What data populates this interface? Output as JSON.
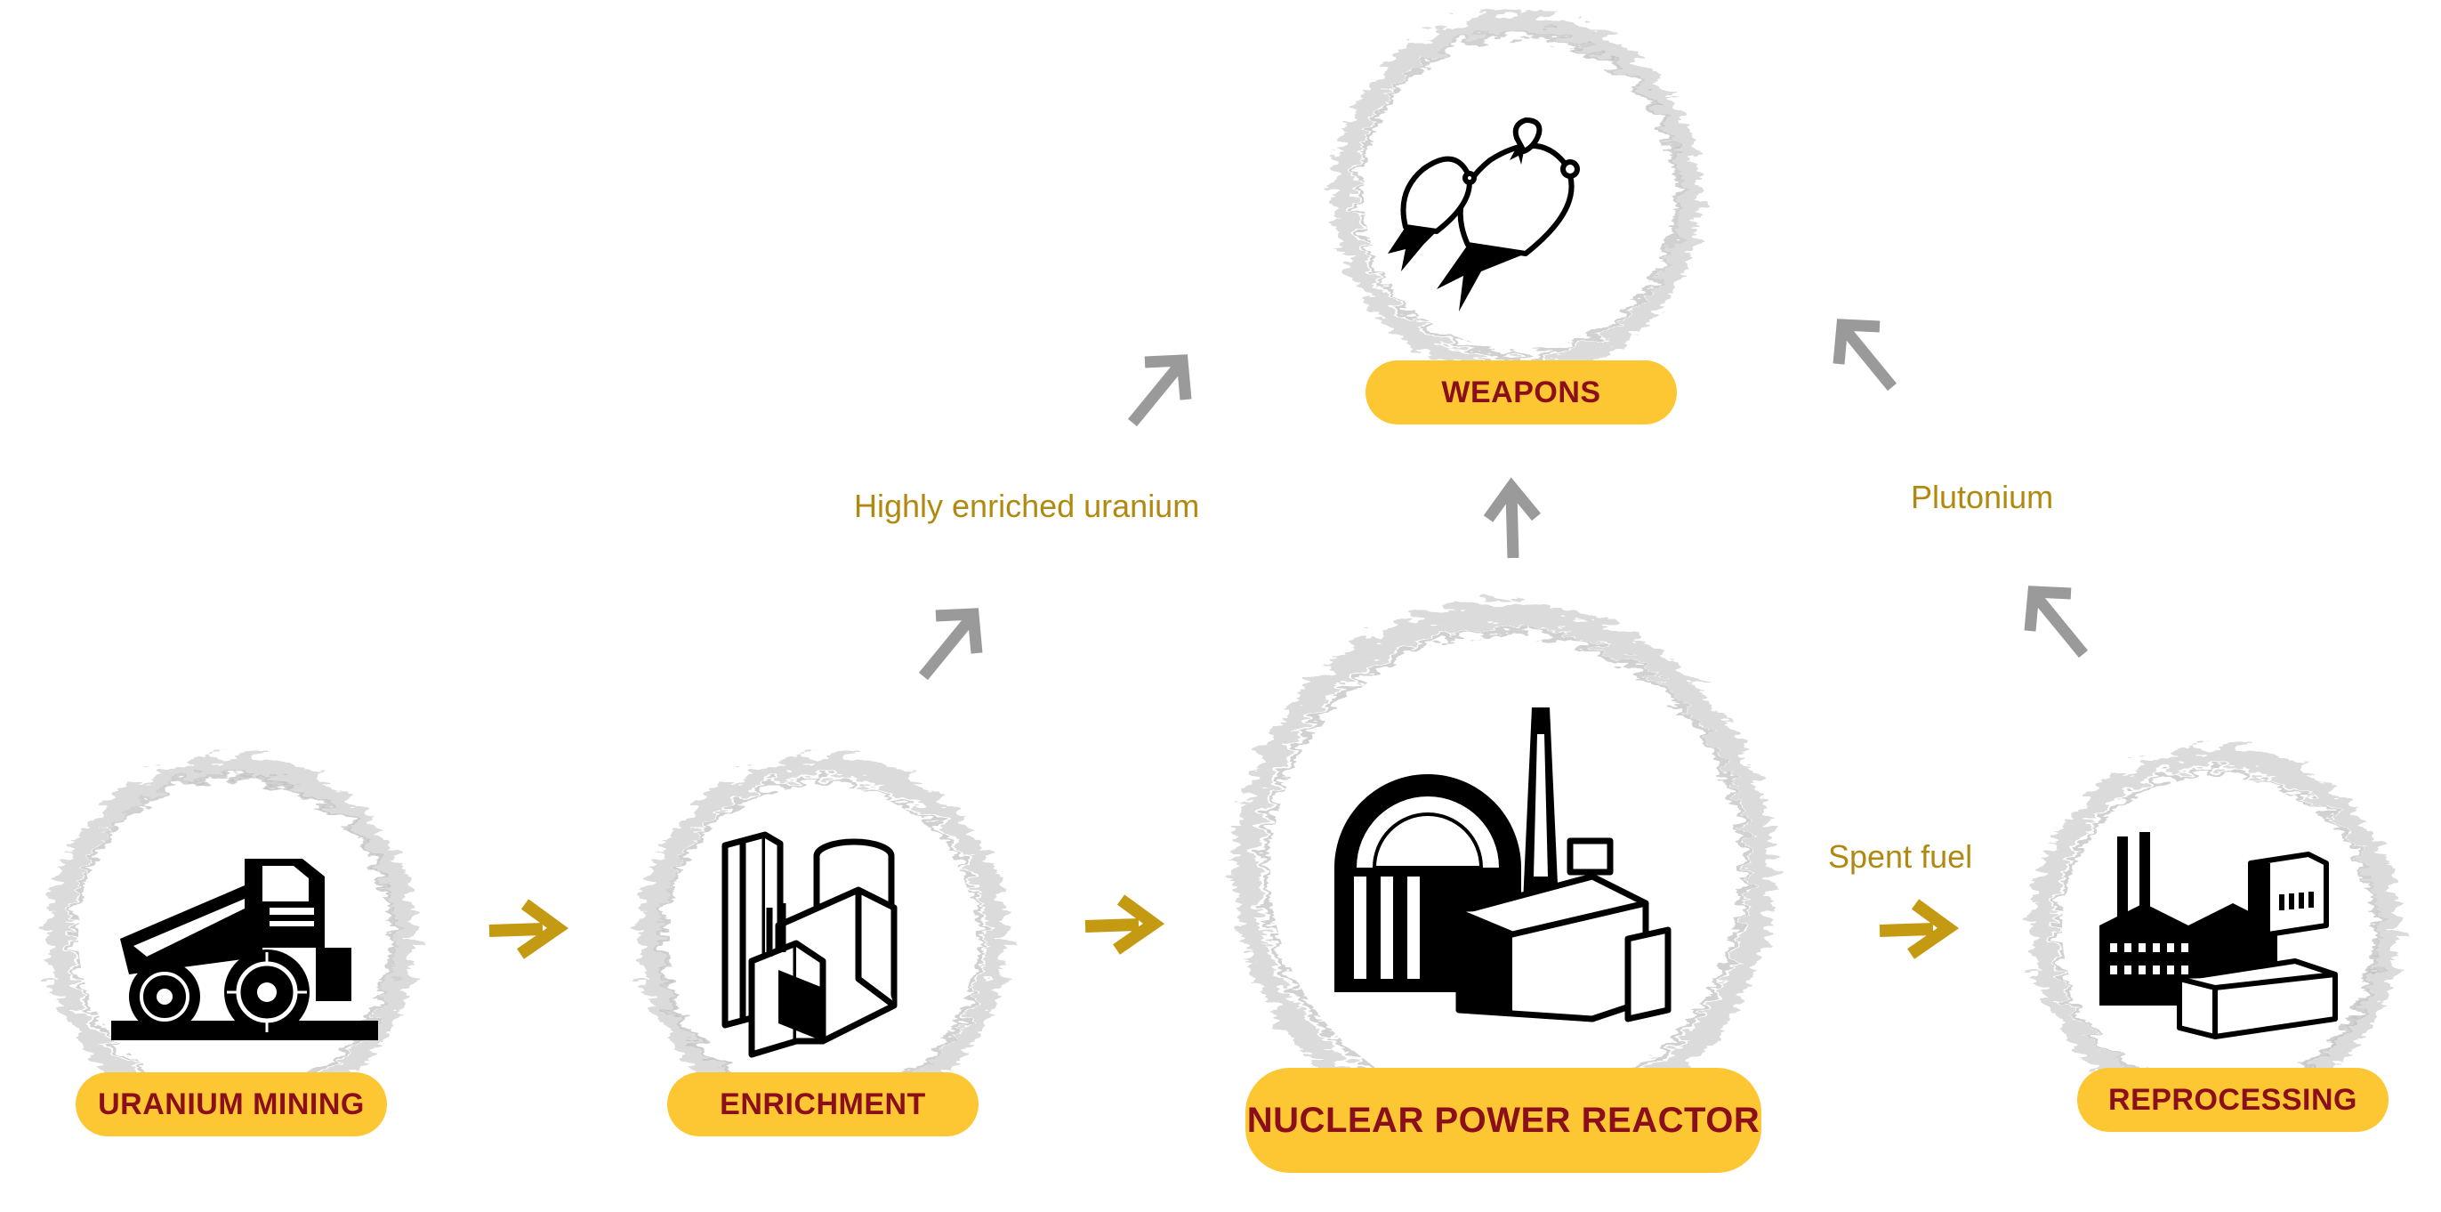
{
  "nodes": {
    "mining": {
      "label": "URANIUM MINING",
      "icon": "mining-truck-icon"
    },
    "enrichment": {
      "label": "ENRICHMENT",
      "icon": "enrichment-plant-icon"
    },
    "reactor": {
      "label": "NUCLEAR POWER REACTOR",
      "icon": "nuclear-reactor-icon"
    },
    "reprocessing": {
      "label": "REPROCESSING",
      "icon": "reprocessing-factory-icon"
    },
    "weapons": {
      "label": "WEAPONS",
      "icon": "bombs-icon"
    }
  },
  "flows": {
    "heu": "Highly enriched uranium",
    "plutonium": "Plutonium",
    "spent_fuel": "Spent fuel"
  },
  "colors": {
    "pill_fill": "#fcc733",
    "pill_text": "#8a0f1a",
    "flow_text": "#b08a10",
    "gold_arrow": "#c49a12",
    "gray_arrow": "#9a9a9a"
  }
}
